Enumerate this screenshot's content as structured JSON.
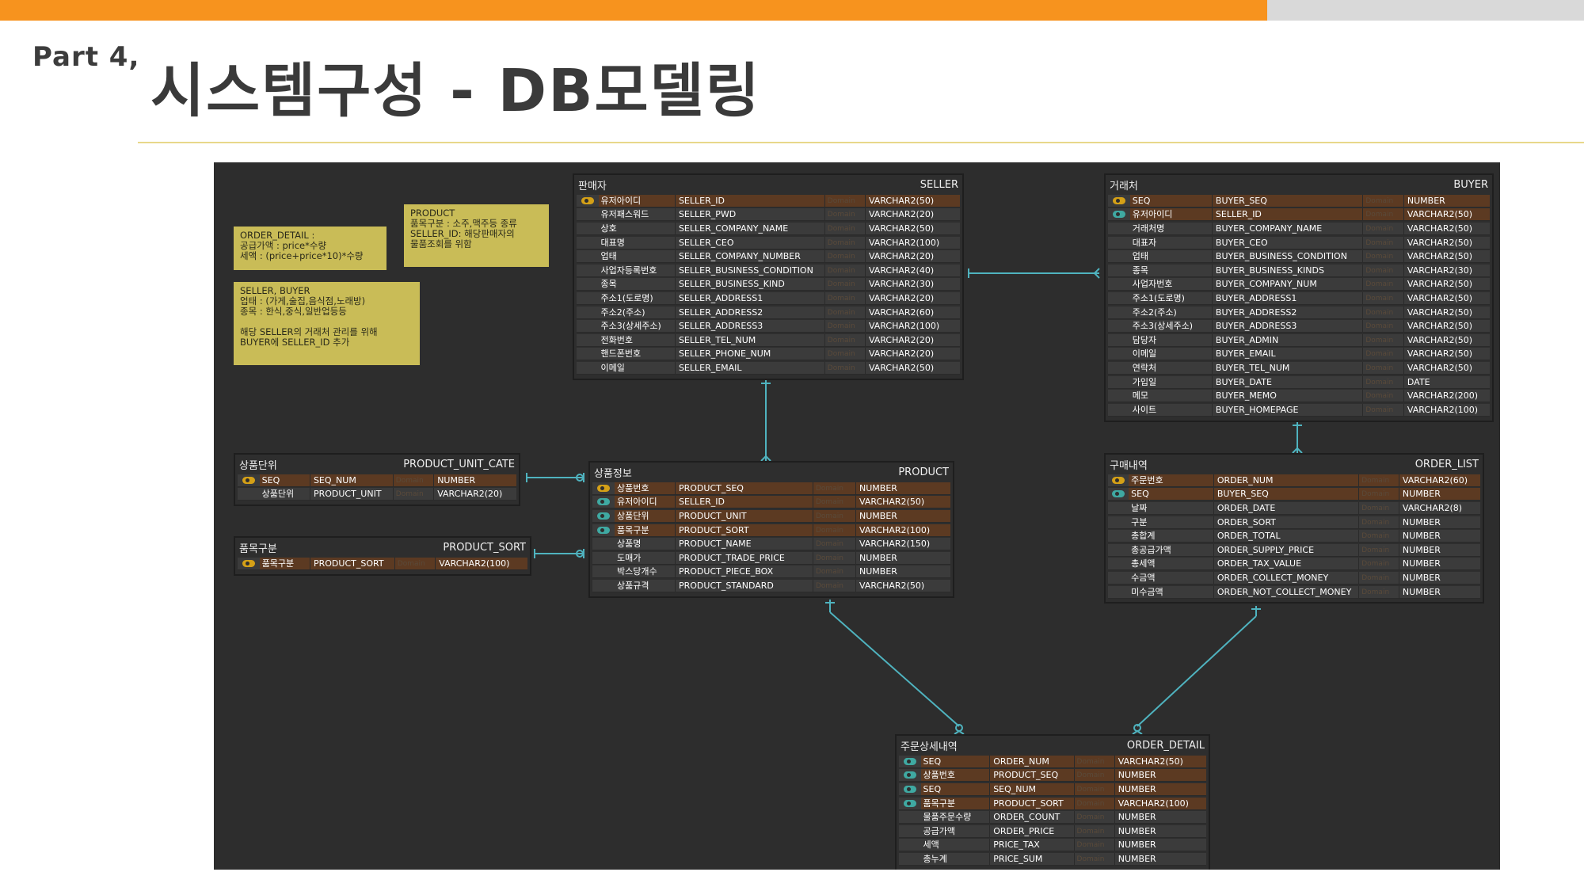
{
  "header": {
    "part_label": "Part 4,",
    "title": "시스템구성 - DB모델링"
  },
  "colors": {
    "accent_orange": "#F7931E",
    "accent_grey": "#D9D9D9",
    "rule": "#E8D88A",
    "canvas_bg": "#2D2D2D",
    "note_bg": "#C9BC57",
    "pk_row_bg": "#5C3A22",
    "row_bg": "#3B3B3B",
    "line": "#4FB3BF",
    "key_gold": "#D4A017",
    "key_teal": "#3FA9A2"
  },
  "icons": {
    "primary_key": "key-icon",
    "foreign_key": "foreign-key-icon"
  },
  "notes": [
    {
      "lines": [
        "ORDER_DETAIL :",
        "공급가액 : price*수량",
        "세액 : (price+price*10)*수량"
      ]
    },
    {
      "lines": [
        "PRODUCT",
        "품목구분 : 소주,맥주등 종류",
        "SELLER_ID: 해당판매자의",
        "물품조회를 위함"
      ]
    },
    {
      "lines": [
        "SELLER, BUYER",
        "업태 : (가게,술집,음식점,노래방)",
        "종목 : 한식,중식,일반업등등",
        "",
        "해당 SELLER의 거래처 관리를 위해",
        "BUYER에 SELLER_ID 추가"
      ]
    }
  ],
  "entities": {
    "seller": {
      "logical": "판매자",
      "physical": "SELLER",
      "rows": [
        {
          "key": "pk",
          "logical": "유저아이디",
          "physical": "SELLER_ID",
          "domain": "Domain",
          "type": "VARCHAR2(50)"
        },
        {
          "key": "",
          "logical": "유저패스워드",
          "physical": "SELLER_PWD",
          "domain": "Domain",
          "type": "VARCHAR2(20)"
        },
        {
          "key": "",
          "logical": "상호",
          "physical": "SELLER_COMPANY_NAME",
          "domain": "Domain",
          "type": "VARCHAR2(50)"
        },
        {
          "key": "",
          "logical": "대표명",
          "physical": "SELLER_CEO",
          "domain": "Domain",
          "type": "VARCHAR2(100)"
        },
        {
          "key": "",
          "logical": "업태",
          "physical": "SELLER_COMPANY_NUMBER",
          "domain": "Domain",
          "type": "VARCHAR2(20)"
        },
        {
          "key": "",
          "logical": "사업자등록번호",
          "physical": "SELLER_BUSINESS_CONDITION",
          "domain": "Domain",
          "type": "VARCHAR2(40)"
        },
        {
          "key": "",
          "logical": "종목",
          "physical": "SELLER_BUSINESS_KIND",
          "domain": "Domain",
          "type": "VARCHAR2(30)"
        },
        {
          "key": "",
          "logical": "주소1(도로명)",
          "physical": "SELLER_ADDRESS1",
          "domain": "Domain",
          "type": "VARCHAR2(20)"
        },
        {
          "key": "",
          "logical": "주소2(주소)",
          "physical": "SELLER_ADDRESS2",
          "domain": "Domain",
          "type": "VARCHAR2(60)"
        },
        {
          "key": "",
          "logical": "주소3(상세주소)",
          "physical": "SELLER_ADDRESS3",
          "domain": "Domain",
          "type": "VARCHAR2(100)"
        },
        {
          "key": "",
          "logical": "전화번호",
          "physical": "SELLER_TEL_NUM",
          "domain": "Domain",
          "type": "VARCHAR2(20)"
        },
        {
          "key": "",
          "logical": "핸드폰번호",
          "physical": "SELLER_PHONE_NUM",
          "domain": "Domain",
          "type": "VARCHAR2(20)"
        },
        {
          "key": "",
          "logical": "이메일",
          "physical": "SELLER_EMAIL",
          "domain": "Domain",
          "type": "VARCHAR2(50)"
        }
      ]
    },
    "buyer": {
      "logical": "거래처",
      "physical": "BUYER",
      "rows": [
        {
          "key": "pk",
          "logical": "SEQ",
          "physical": "BUYER_SEQ",
          "domain": "Domain",
          "type": "NUMBER"
        },
        {
          "key": "fk",
          "logical": "유저아이디",
          "physical": "SELLER_ID",
          "domain": "Domain",
          "type": "VARCHAR2(50)"
        },
        {
          "key": "",
          "logical": "거래처명",
          "physical": "BUYER_COMPANY_NAME",
          "domain": "Domain",
          "type": "VARCHAR2(50)"
        },
        {
          "key": "",
          "logical": "대표자",
          "physical": "BUYER_CEO",
          "domain": "Domain",
          "type": "VARCHAR2(50)"
        },
        {
          "key": "",
          "logical": "업태",
          "physical": "BUYER_BUSINESS_CONDITION",
          "domain": "Domain",
          "type": "VARCHAR2(50)"
        },
        {
          "key": "",
          "logical": "종목",
          "physical": "BUYER_BUSINESS_KINDS",
          "domain": "Domain",
          "type": "VARCHAR2(30)"
        },
        {
          "key": "",
          "logical": "사업자번호",
          "physical": "BUYER_COMPANY_NUM",
          "domain": "Domain",
          "type": "VARCHAR2(50)"
        },
        {
          "key": "",
          "logical": "주소1(도로명)",
          "physical": "BUYER_ADDRESS1",
          "domain": "Domain",
          "type": "VARCHAR2(50)"
        },
        {
          "key": "",
          "logical": "주소2(주소)",
          "physical": "BUYER_ADDRESS2",
          "domain": "Domain",
          "type": "VARCHAR2(50)"
        },
        {
          "key": "",
          "logical": "주소3(상세주소)",
          "physical": "BUYER_ADDRESS3",
          "domain": "Domain",
          "type": "VARCHAR2(50)"
        },
        {
          "key": "",
          "logical": "담당자",
          "physical": "BUYER_ADMIN",
          "domain": "Domain",
          "type": "VARCHAR2(50)"
        },
        {
          "key": "",
          "logical": "이메일",
          "physical": "BUYER_EMAIL",
          "domain": "Domain",
          "type": "VARCHAR2(50)"
        },
        {
          "key": "",
          "logical": "연락처",
          "physical": "BUYER_TEL_NUM",
          "domain": "Domain",
          "type": "VARCHAR2(50)"
        },
        {
          "key": "",
          "logical": "가입일",
          "physical": "BUYER_DATE",
          "domain": "Domain",
          "type": "DATE"
        },
        {
          "key": "",
          "logical": "메모",
          "physical": "BUYER_MEMO",
          "domain": "Domain",
          "type": "VARCHAR2(200)"
        },
        {
          "key": "",
          "logical": "사이트",
          "physical": "BUYER_HOMEPAGE",
          "domain": "Domain",
          "type": "VARCHAR2(100)"
        }
      ]
    },
    "product_unit_cate": {
      "logical": "상품단위",
      "physical": "PRODUCT_UNIT_CATE",
      "rows": [
        {
          "key": "pk",
          "logical": "SEQ",
          "physical": "SEQ_NUM",
          "domain": "Domain",
          "type": "NUMBER"
        },
        {
          "key": "",
          "logical": "상품단위",
          "physical": "PRODUCT_UNIT",
          "domain": "Domain",
          "type": "VARCHAR2(20)"
        }
      ]
    },
    "product_sort": {
      "logical": "품목구분",
      "physical": "PRODUCT_SORT",
      "rows": [
        {
          "key": "pk",
          "logical": "품목구분",
          "physical": "PRODUCT_SORT",
          "domain": "Domain",
          "type": "VARCHAR2(100)"
        }
      ]
    },
    "product": {
      "logical": "상품정보",
      "physical": "PRODUCT",
      "rows": [
        {
          "key": "pk",
          "logical": "상품번호",
          "physical": "PRODUCT_SEQ",
          "domain": "Domain",
          "type": "NUMBER"
        },
        {
          "key": "fk",
          "logical": "유저아이디",
          "physical": "SELLER_ID",
          "domain": "Domain",
          "type": "VARCHAR2(50)"
        },
        {
          "key": "fk",
          "logical": "상품단위",
          "physical": "PRODUCT_UNIT",
          "domain": "Domain",
          "type": "NUMBER"
        },
        {
          "key": "fk",
          "logical": "품목구분",
          "physical": "PRODUCT_SORT",
          "domain": "Domain",
          "type": "VARCHAR2(100)"
        },
        {
          "key": "",
          "logical": "상품명",
          "physical": "PRODUCT_NAME",
          "domain": "Domain",
          "type": "VARCHAR2(150)"
        },
        {
          "key": "",
          "logical": "도매가",
          "physical": "PRODUCT_TRADE_PRICE",
          "domain": "Domain",
          "type": "NUMBER"
        },
        {
          "key": "",
          "logical": "박스당개수",
          "physical": "PRODUCT_PIECE_BOX",
          "domain": "Domain",
          "type": "NUMBER"
        },
        {
          "key": "",
          "logical": "상품규격",
          "physical": "PRODUCT_STANDARD",
          "domain": "Domain",
          "type": "VARCHAR2(50)"
        }
      ]
    },
    "order_list": {
      "logical": "구매내역",
      "physical": "ORDER_LIST",
      "rows": [
        {
          "key": "pk",
          "logical": "주문번호",
          "physical": "ORDER_NUM",
          "domain": "Domain",
          "type": "VARCHAR2(60)"
        },
        {
          "key": "fk",
          "logical": "SEQ",
          "physical": "BUYER_SEQ",
          "domain": "Domain",
          "type": "NUMBER"
        },
        {
          "key": "",
          "logical": "날짜",
          "physical": "ORDER_DATE",
          "domain": "Domain",
          "type": "VARCHAR2(8)"
        },
        {
          "key": "",
          "logical": "구분",
          "physical": "ORDER_SORT",
          "domain": "Domain",
          "type": "NUMBER"
        },
        {
          "key": "",
          "logical": "총합계",
          "physical": "ORDER_TOTAL",
          "domain": "Domain",
          "type": "NUMBER"
        },
        {
          "key": "",
          "logical": "총공급가액",
          "physical": "ORDER_SUPPLY_PRICE",
          "domain": "Domain",
          "type": "NUMBER"
        },
        {
          "key": "",
          "logical": "총세액",
          "physical": "ORDER_TAX_VALUE",
          "domain": "Domain",
          "type": "NUMBER"
        },
        {
          "key": "",
          "logical": "수금액",
          "physical": "ORDER_COLLECT_MONEY",
          "domain": "Domain",
          "type": "NUMBER"
        },
        {
          "key": "",
          "logical": "미수금액",
          "physical": "ORDER_NOT_COLLECT_MONEY",
          "domain": "Domain",
          "type": "NUMBER"
        }
      ]
    },
    "order_detail": {
      "logical": "주문상세내역",
      "physical": "ORDER_DETAIL",
      "rows": [
        {
          "key": "fk",
          "logical": "SEQ",
          "physical": "ORDER_NUM",
          "domain": "Domain",
          "type": "VARCHAR2(50)"
        },
        {
          "key": "fk",
          "logical": "상품번호",
          "physical": "PRODUCT_SEQ",
          "domain": "Domain",
          "type": "NUMBER"
        },
        {
          "key": "fk",
          "logical": "SEQ",
          "physical": "SEQ_NUM",
          "domain": "Domain",
          "type": "NUMBER"
        },
        {
          "key": "fk",
          "logical": "품목구분",
          "physical": "PRODUCT_SORT",
          "domain": "Domain",
          "type": "VARCHAR2(100)"
        },
        {
          "key": "",
          "logical": "물품주문수량",
          "physical": "ORDER_COUNT",
          "domain": "Domain",
          "type": "NUMBER"
        },
        {
          "key": "",
          "logical": "공급가액",
          "physical": "ORDER_PRICE",
          "domain": "Domain",
          "type": "NUMBER"
        },
        {
          "key": "",
          "logical": "세액",
          "physical": "PRICE_TAX",
          "domain": "Domain",
          "type": "NUMBER"
        },
        {
          "key": "",
          "logical": "총누계",
          "physical": "PRICE_SUM",
          "domain": "Domain",
          "type": "NUMBER"
        }
      ]
    }
  }
}
